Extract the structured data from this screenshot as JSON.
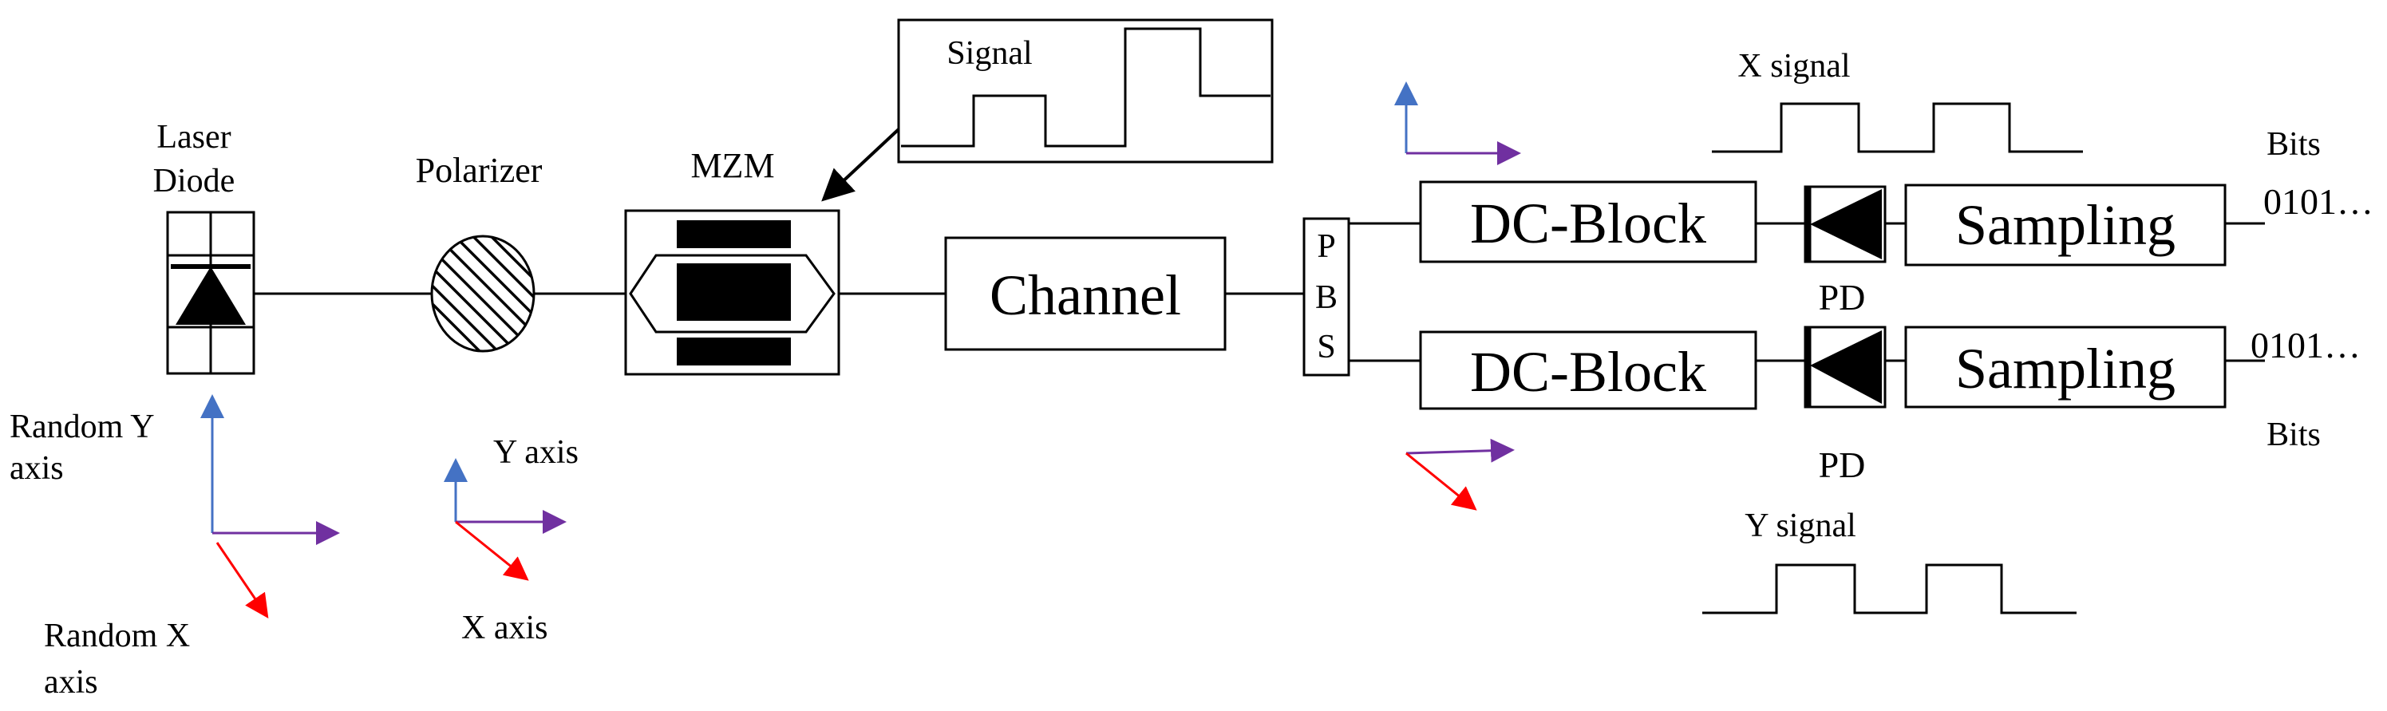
{
  "labels": {
    "laser_line1": "Laser",
    "laser_line2": "Diode",
    "polarizer": "Polarizer",
    "mzm": "MZM",
    "signal": "Signal",
    "channel": "Channel",
    "pbs_p": "P",
    "pbs_b": "B",
    "pbs_s": "S",
    "dc_block_top": "DC-Block",
    "dc_block_bottom": "DC-Block",
    "sampling_top": "Sampling",
    "sampling_bottom": "Sampling",
    "pd_top": "PD",
    "pd_bottom": "PD",
    "bits_top": "Bits",
    "bits_bottom": "Bits",
    "bits_value_top": "0101…",
    "bits_value_bottom": "0101…",
    "x_signal": "X signal",
    "y_signal": "Y signal",
    "random_y_line1": "Random Y",
    "random_y_line2": "axis",
    "random_x_line1": "Random X",
    "random_x_line2": "axis",
    "y_axis": "Y axis",
    "x_axis": "X axis"
  },
  "colors": {
    "y_axis_arrow": "#4472c4",
    "purple_arrow": "#7030a0",
    "x_axis_arrow": "#ff0000"
  }
}
